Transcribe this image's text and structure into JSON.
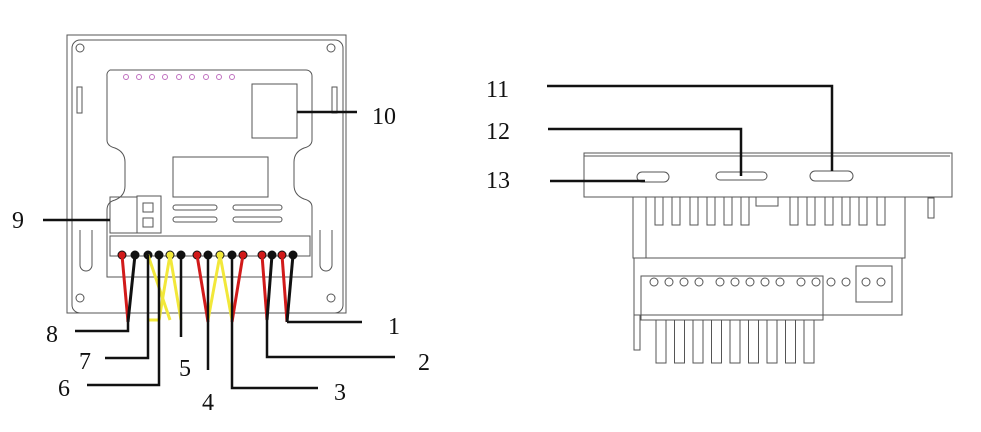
{
  "labels": {
    "l1": "1",
    "l2": "2",
    "l3": "3",
    "l4": "4",
    "l5": "5",
    "l6": "6",
    "l7": "7",
    "l8": "8",
    "l9": "9",
    "l10": "10",
    "l11": "11",
    "l12": "12",
    "l13": "13"
  },
  "colors": {
    "red": "#d11a1a",
    "black": "#111111",
    "yellow": "#f2e83a",
    "pink": "#c070c0"
  },
  "terminal_colors": [
    "red",
    "black",
    "black",
    "black",
    "yellow",
    "black",
    "red",
    "black",
    "yellow",
    "black",
    "red",
    "red",
    "black",
    "red",
    "black"
  ]
}
